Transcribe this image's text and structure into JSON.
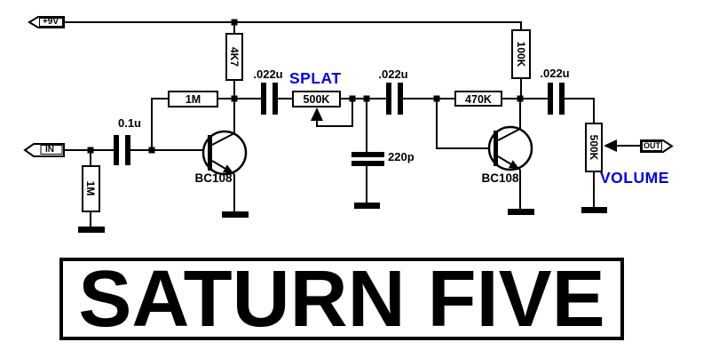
{
  "title": "SATURN FIVE",
  "colors": {
    "ink": "#000000",
    "accent_blue": "#0000EE",
    "background": "#FFFFFF"
  },
  "tags": {
    "power": "+9V",
    "input": "IN",
    "output": "OUT"
  },
  "pot_names": {
    "splat": "SPLAT",
    "volume": "VOLUME"
  },
  "components": {
    "r_input_shunt": "1M",
    "c_input": "0.1u",
    "r_feedback_1": "1M",
    "r_collector_1": "4K7",
    "q1": "BC108",
    "c_coupling_1": ".022u",
    "pot_splat": "500K",
    "c_coupling_2": ".022u",
    "c_filter": "220p",
    "r_feedback_2": "470K",
    "r_collector_2": "100K",
    "q2": "BC108",
    "c_output": ".022u",
    "pot_volume": "500K"
  }
}
